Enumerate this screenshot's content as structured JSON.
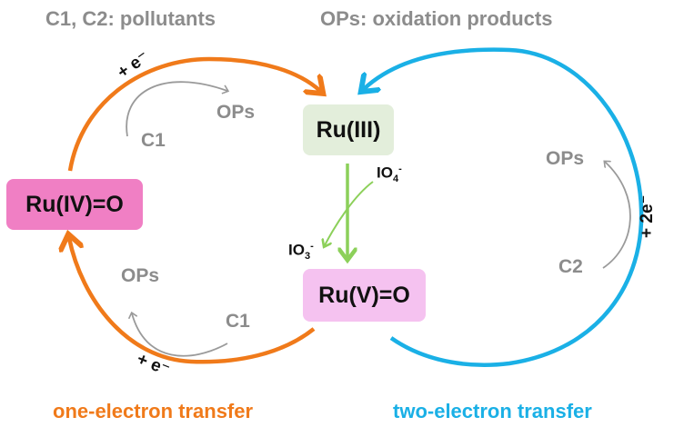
{
  "legend": {
    "pollutants": "C1, C2: pollutants",
    "products": "OPs: oxidation products"
  },
  "species": {
    "ru3": "Ru(III)",
    "ru4": "Ru(IV)=O",
    "ru5": "Ru(V)=O"
  },
  "reagents": {
    "io4": "IO",
    "io4_sub": "4",
    "io4_sup": "-",
    "io3": "IO",
    "io3_sub": "3",
    "io3_sup": "-"
  },
  "labels": {
    "c1_top": "C1",
    "ops_top": "OPs",
    "c1_bottom": "C1",
    "ops_bottom": "OPs",
    "c2": "C2",
    "ops_right": "OPs",
    "e_top": "+ e⁻",
    "e_bottom": "+ e⁻",
    "two_e": "+ 2e⁻"
  },
  "captions": {
    "one": "one-electron transfer",
    "two": "two-electron transfer"
  },
  "colors": {
    "orange": "#f07a1a",
    "blue": "#1ab0e6",
    "green": "#8cd05a",
    "gray": "#9a9a9a",
    "ru3_bg": "#e3eedb",
    "ru4_bg": "#f07fc4",
    "ru5_bg": "#f5c2f0"
  }
}
